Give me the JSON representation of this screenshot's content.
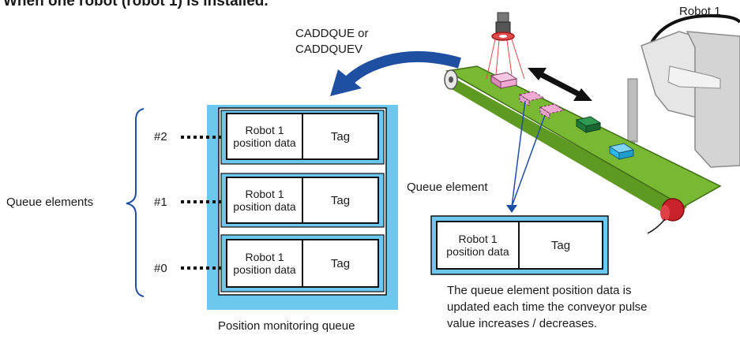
{
  "title": "When one robot (robot 1) is installed.",
  "robot_label": "Robot 1",
  "command_label_line1": "CADDQUE or",
  "command_label_line2": "CADDQUEV",
  "queue_elements_label": "Queue elements",
  "queue_element_label": "Queue element",
  "queue_caption": "Position monitoring queue",
  "rows": [
    {
      "index": "#2",
      "position_line1": "Robot 1",
      "position_line2": "position data",
      "tag": "Tag"
    },
    {
      "index": "#1",
      "position_line1": "Robot 1",
      "position_line2": "position data",
      "tag": "Tag"
    },
    {
      "index": "#0",
      "position_line1": "Robot 1",
      "position_line2": "position data",
      "tag": "Tag"
    }
  ],
  "single_element": {
    "position_line1": "Robot 1",
    "position_line2": "position data",
    "tag": "Tag"
  },
  "note_line1": "The queue element position data is",
  "note_line2": "updated each time the conveyor pulse",
  "note_line3": "value increases / decreases.",
  "colors": {
    "queue_frame": "#6cc8ef",
    "arrow_blue": "#1f4fa0",
    "conveyor_green": "#79b832",
    "workpiece_pink": "#f0a9d3",
    "workpiece_green": "#1f7a3a",
    "workpiece_cyan": "#2bb5e8",
    "motor_red": "#c8232a",
    "robot_gray": "#d8d8d8"
  }
}
